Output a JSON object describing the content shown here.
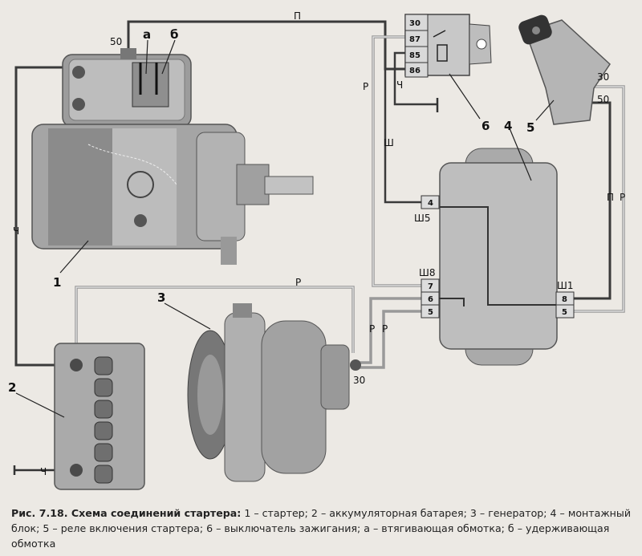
{
  "labels": {
    "wire_p_top": "П",
    "wire_p_right": "П",
    "wire_r_left": "Р",
    "wire_r_mid": "Р",
    "wire_r_bl1": "Р",
    "wire_r_bl2": "Р",
    "wire_r_right": "Р",
    "wire_ch_left": "Ч",
    "wire_ch_relay": "Ч",
    "wire_ch_batt": "Ч",
    "wire_sh": "Ш",
    "term_50_starter": "50",
    "term_30_gen": "30",
    "term_30_switch": "30",
    "term_50_switch": "50",
    "winding_a": "а",
    "winding_b": "б",
    "relay_pins": [
      "30",
      "87",
      "85",
      "86"
    ],
    "connector_sh5": "Ш5",
    "connector_sh8": "Ш8",
    "connector_sh1": "Ш1",
    "pin_sh5_4": "4",
    "pins_sh8": [
      "7",
      "6",
      "5"
    ],
    "pins_sh1": [
      "8",
      "5"
    ],
    "callouts": [
      "1",
      "2",
      "3",
      "4",
      "5",
      "6"
    ]
  },
  "caption": {
    "title": "Рис. 7.18. Схема соединений стартера:",
    "body": " 1 – стартер; 2 – аккумуляторная батарея; 3 – генератор; 4 – монтажный блок; 5 – реле включения стартера; 6 – выключатель зажигания; а – втягивающая обмотка; б – удерживающая обмотка"
  },
  "colors": {
    "background": "#ece9e4",
    "wire_dark": "#2b2b2b",
    "wire_light": "#9a9a9a",
    "part_fill": "#b5b5b5",
    "part_dark": "#6d6d6d"
  }
}
